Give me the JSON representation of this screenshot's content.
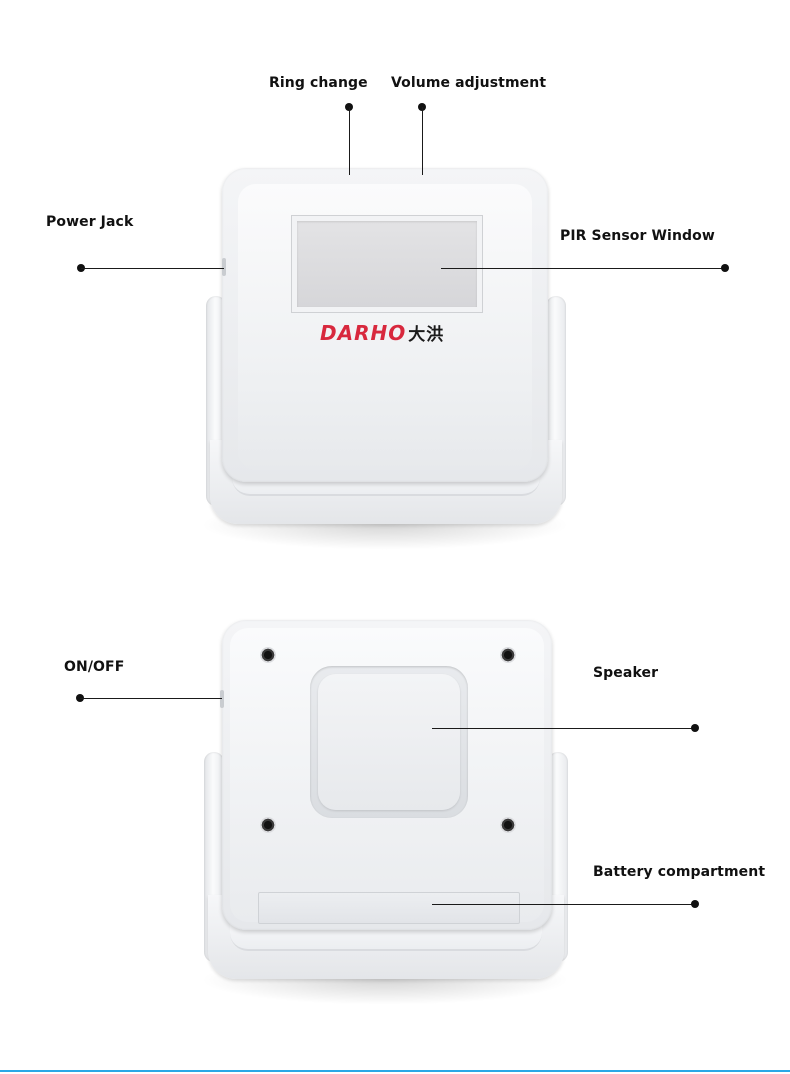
{
  "front_labels": {
    "ring_change": "Ring change",
    "volume_adjustment": "Volume adjustment",
    "power_jack": "Power Jack",
    "pir_sensor_window": "PIR Sensor Window"
  },
  "logo": {
    "brand": "DARHO",
    "chinese": "大洪",
    "brand_color": "#d8283d"
  },
  "back_labels": {
    "on_off": "ON/OFF",
    "speaker": "Speaker",
    "battery_compartment": "Battery compartment"
  },
  "colors": {
    "leader_line": "#1a1a1a",
    "accent_rule": "#2aa8e6"
  }
}
